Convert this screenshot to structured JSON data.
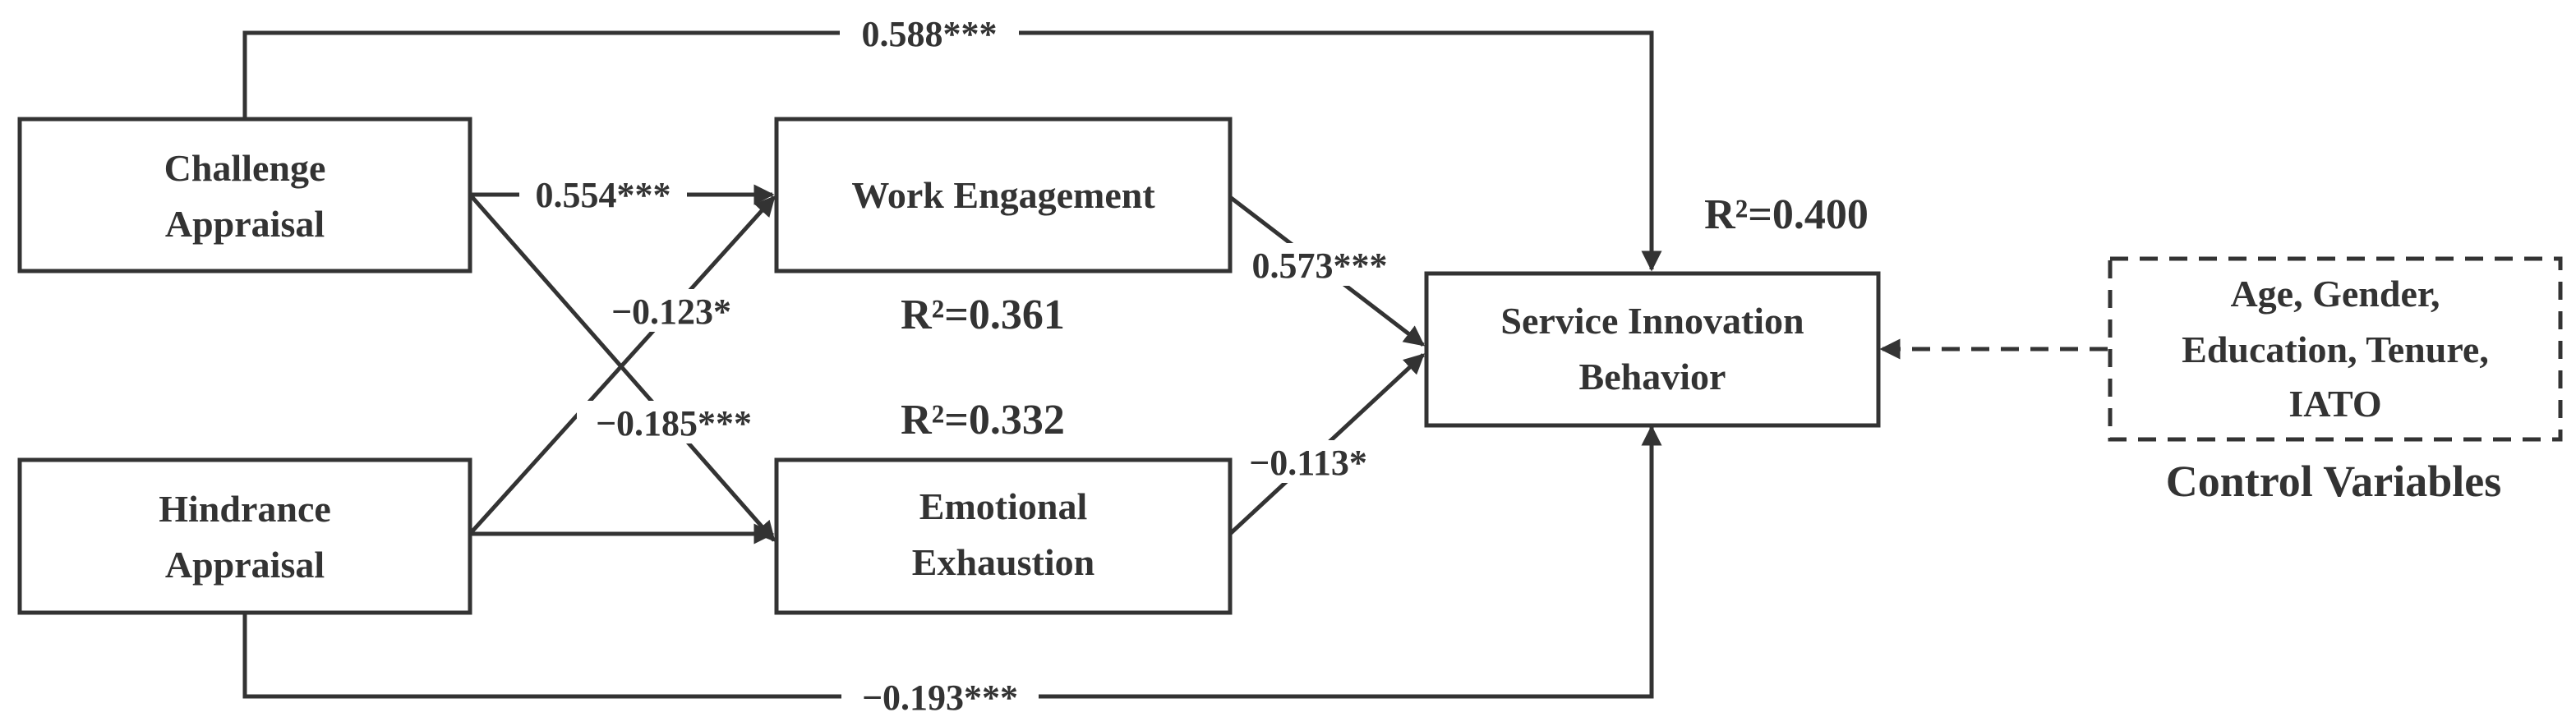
{
  "nodes": {
    "challenge": {
      "lines": [
        "Challenge",
        "Appraisal"
      ]
    },
    "hindrance": {
      "lines": [
        "Hindrance",
        "Appraisal"
      ]
    },
    "engagement": {
      "lines": [
        "Work Engagement"
      ]
    },
    "exhaustion": {
      "lines": [
        "Emotional",
        "Exhaustion"
      ]
    },
    "sib": {
      "lines": [
        "Service Innovation",
        "Behavior"
      ]
    },
    "controls": {
      "lines": [
        "Age, Gender,",
        "Education, Tenure,",
        "IATO"
      ]
    }
  },
  "coefficients": {
    "ca_sib": "0.588***",
    "ca_we": "0.554***",
    "ha_we": "−0.123*",
    "ca_ee": "−0.185***",
    "we_sib": "0.573***",
    "ee_sib": "−0.113*",
    "ha_sib": "−0.193***"
  },
  "r_squared": {
    "engagement": "R²=0.361",
    "exhaustion": "R²=0.332",
    "sib": "R²=0.400"
  },
  "control_label": "Control Variables",
  "colors": {
    "stroke": "#333333",
    "background": "#ffffff"
  }
}
